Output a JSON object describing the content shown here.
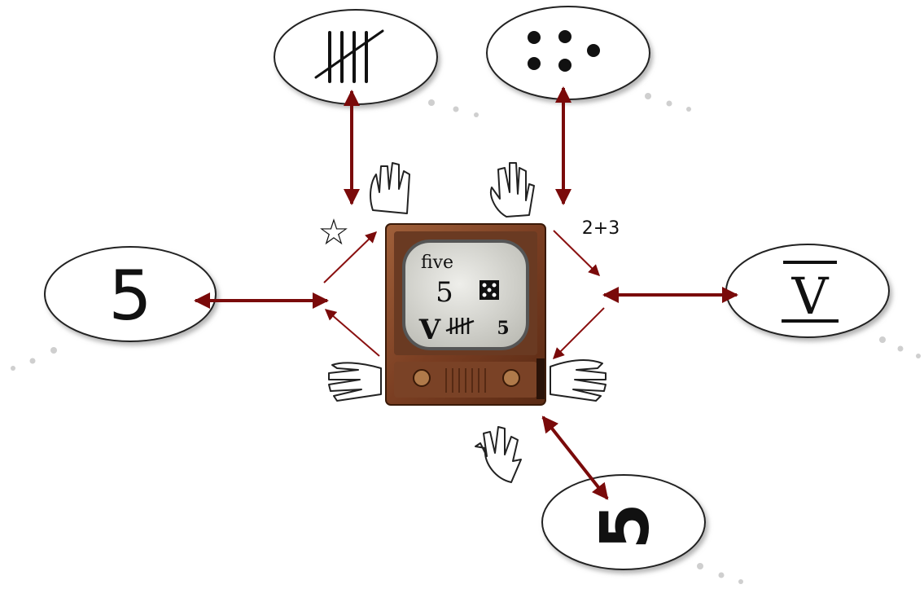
{
  "center": {
    "screen_word": "five",
    "screen_digit": "5",
    "screen_roman": "V",
    "screen_small": "5"
  },
  "nodes": {
    "left_numeral": "5",
    "roman": "V",
    "bottom_numeral": "5"
  },
  "annotations": {
    "sum": "2+3",
    "star": "☆"
  },
  "colors": {
    "arrow": "#7a0a0a",
    "tv_wood": "#8b4a2a",
    "screen": "#dcdcd6"
  }
}
